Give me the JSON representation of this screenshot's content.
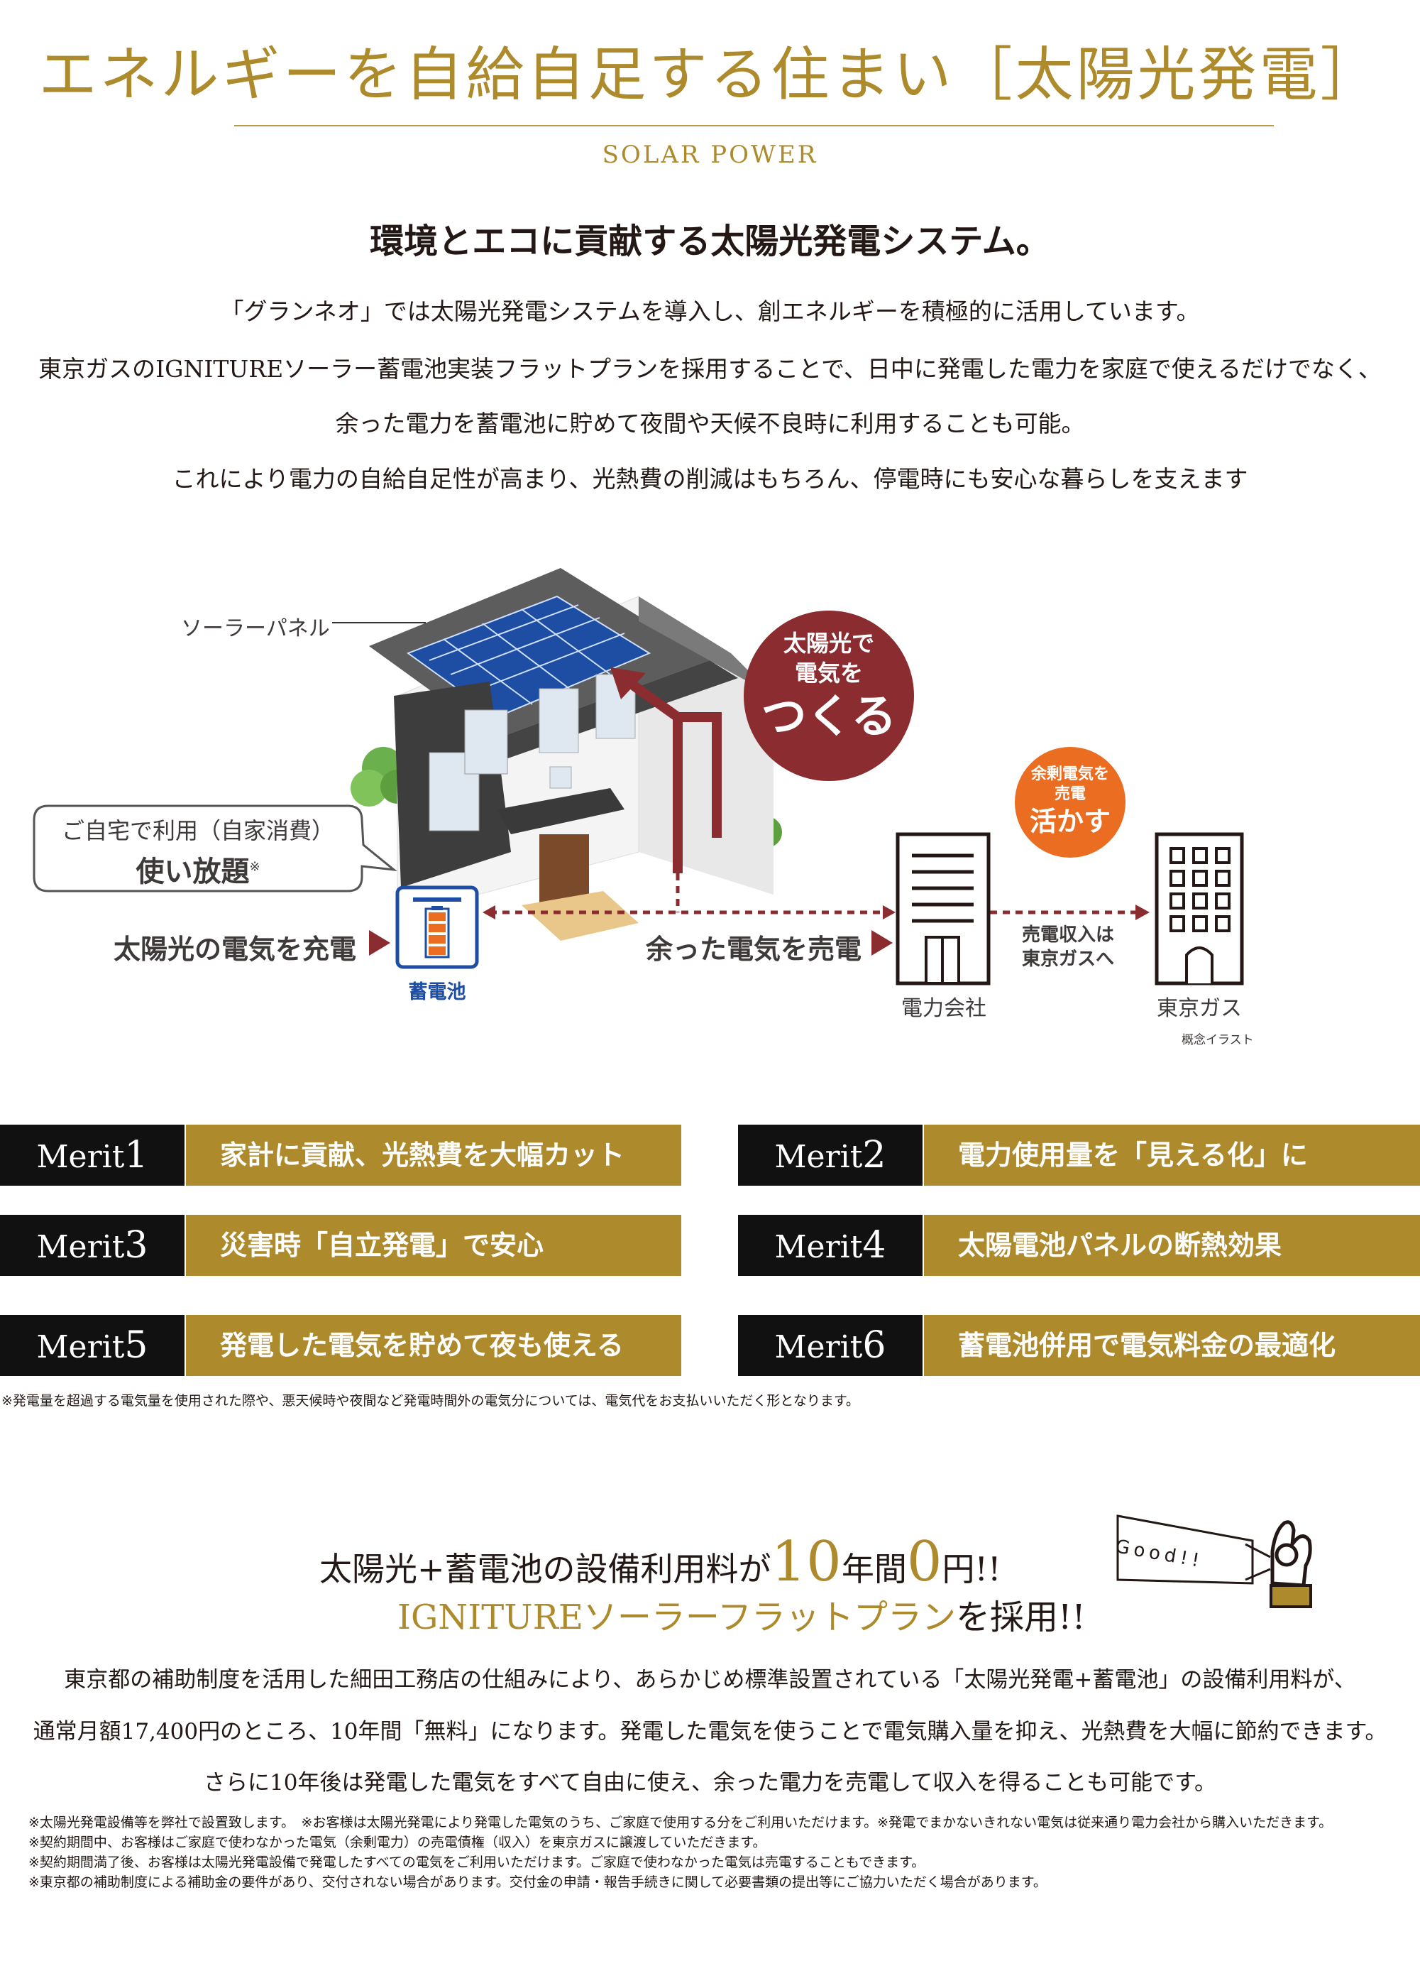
{
  "header": {
    "title": "エネルギーを自給自足する住まい［太陽光発電］",
    "subtitle": "SOLAR POWER"
  },
  "intro": {
    "headline": "環境とエコに貢献する太陽光発電システム。",
    "lines": [
      "「グランネオ」では太陽光発電システムを導入し、創エネルギーを積極的に活用しています。",
      "東京ガスのIGNITUREソーラー蓄電池実装フラットプランを採用することで、日中に発電した電力を家庭で使えるだけでなく、",
      "余った電力を蓄電池に貯めて夜間や天候不良時に利用することも可能。",
      "これにより電力の自給自足性が高まり、光熱費の削減はもちろん、停電時にも安心な暮らしを支えます"
    ]
  },
  "diagram": {
    "solar_panel_label": "ソーラーパネル",
    "create_bubble": {
      "line1": "太陽光で",
      "line2": "電気を",
      "line3": "つくる"
    },
    "surplus_bubble": {
      "line1": "余剰電気を",
      "line2": "売電",
      "line3": "活かす"
    },
    "self_use_callout": {
      "line1": "ご自宅で利用（自家消費）",
      "line2": "使い放題",
      "mark": "※"
    },
    "charge_label": "太陽光の電気を充電",
    "battery_label": "蓄電池",
    "sell_label": "余った電気を売電",
    "income_label": {
      "line1": "売電収入は",
      "line2": "東京ガスへ"
    },
    "power_company_label": "電力会社",
    "tokyo_gas_label": "東京ガス",
    "concept_label": "概念イラスト",
    "colors": {
      "maroon": "#8b2c30",
      "orange": "#ea6d21",
      "blue": "#1d4ea3",
      "gold": "#ad8a2b"
    }
  },
  "merits": [
    {
      "tag": "Merit",
      "num": "1",
      "text": "家計に貢献、光熱費を大幅カット"
    },
    {
      "tag": "Merit",
      "num": "2",
      "text": "電力使用量を「見える化」に"
    },
    {
      "tag": "Merit",
      "num": "3",
      "text": "災害時「自立発電」で安心"
    },
    {
      "tag": "Merit",
      "num": "4",
      "text": "太陽電池パネルの断熱効果"
    },
    {
      "tag": "Merit",
      "num": "5",
      "text": "発電した電気を貯めて夜も使える"
    },
    {
      "tag": "Merit",
      "num": "6",
      "text": "蓄電池併用で電気料金の最適化"
    }
  ],
  "merit_note": "※発電量を超過する電気量を使用された際や、悪天候時や夜間など発電時間外の電気分については、電気代をお支払いいただく形となります。",
  "flat_plan": {
    "title_a": "太陽光+蓄電池の設備利用料が",
    "title_num1": "10",
    "title_b": "年間",
    "title_num2": "0",
    "title_c": "円!!",
    "title2_gold": "IGNITUREソーラーフラットプラン",
    "title2_tail": "を採用!!",
    "good_label": "Good!!",
    "body": [
      "東京都の補助制度を活用した細田工務店の仕組みにより、あらかじめ標準設置されている「太陽光発電+蓄電池」の設備利用料が、",
      "通常月額17,400円のところ、10年間「無料」になります。発電した電気を使うことで電気購入量を抑え、光熱費を大幅に節約できます。",
      "さらに10年後は発電した電気をすべて自由に使え、余った電力を売電して収入を得ることも可能です。"
    ],
    "notes": [
      "※太陽光発電設備等を弊社で設置致します。　※お客様は太陽光発電により発電した電気のうち、ご家庭で使用する分をご利用いただけます。※発電でまかないきれない電気は従来通り電力会社から購入いただきます。",
      "※契約期間中、お客様はご家庭で使わなかった電気（余剰電力）の売電債権（収入）を東京ガスに譲渡していただきます。",
      "※契約期間満了後、お客様は太陽光発電設備で発電したすべての電気をご利用いただけます。ご家庭で使わなかった電気は売電することもできます。",
      "※東京都の補助制度による補助金の要件があり、交付されない場合があります。交付金の申請・報告手続きに関して必要書類の提出等にご協力いただく場合があります。"
    ]
  }
}
